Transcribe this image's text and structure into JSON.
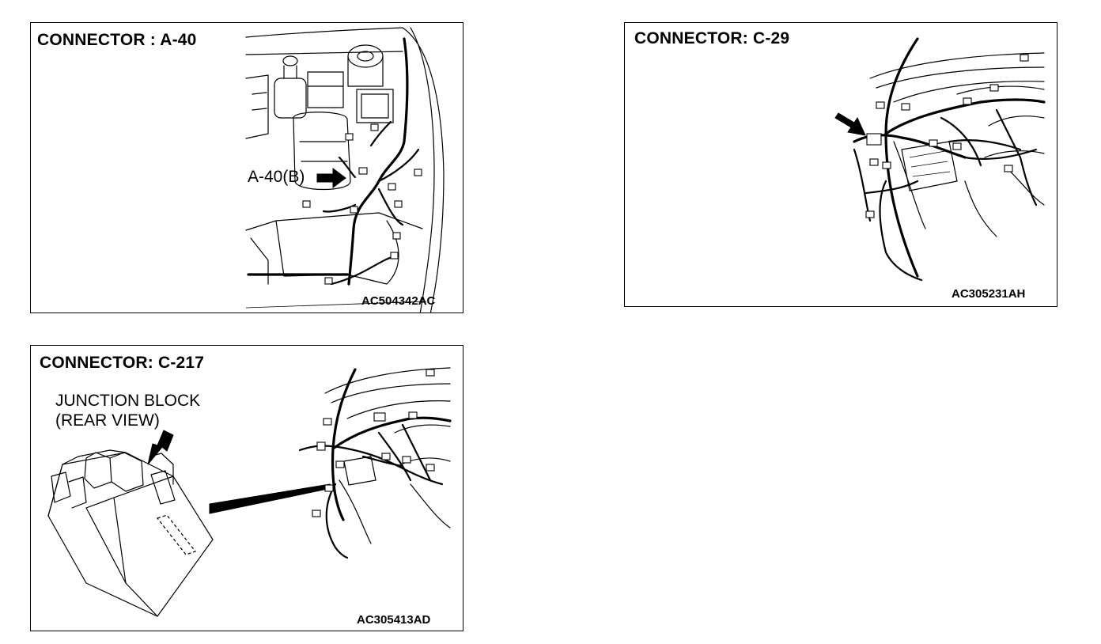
{
  "panels": {
    "a40": {
      "title": "CONNECTOR : A-40",
      "callout": "A-40(B)",
      "code": "AC504342AC"
    },
    "c29": {
      "title": "CONNECTOR: C-29",
      "code": "AC305231AH"
    },
    "c217": {
      "title": "CONNECTOR: C-217",
      "label_line1": "JUNCTION BLOCK",
      "label_line2": "(REAR VIEW)",
      "code": "AC305413AD"
    }
  }
}
